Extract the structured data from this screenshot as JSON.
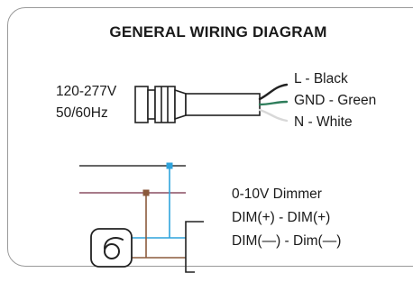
{
  "title": "GENERAL WIRING DIAGRAM",
  "power": {
    "voltage": "120-277V",
    "frequency": "50/60Hz"
  },
  "wires": {
    "line": "L - Black",
    "ground": "GND - Green",
    "neutral": "N - White"
  },
  "dimmer": {
    "title": "0-10V Dimmer",
    "positive": "DIM(+) - DIM(+)",
    "negative": "DIM(—) - Dim(—)"
  },
  "colors": {
    "black_wire": "#222222",
    "green_wire": "#2e7d5b",
    "white_wire": "#dddddd",
    "blue_wire": "#2ea3dc",
    "brown_wire": "#8b5a3c",
    "maroon_wire": "#8a4e62",
    "border": "#9a9a9a"
  },
  "icons": [
    "connector-fitting-icon",
    "dimmer-knob-icon"
  ]
}
